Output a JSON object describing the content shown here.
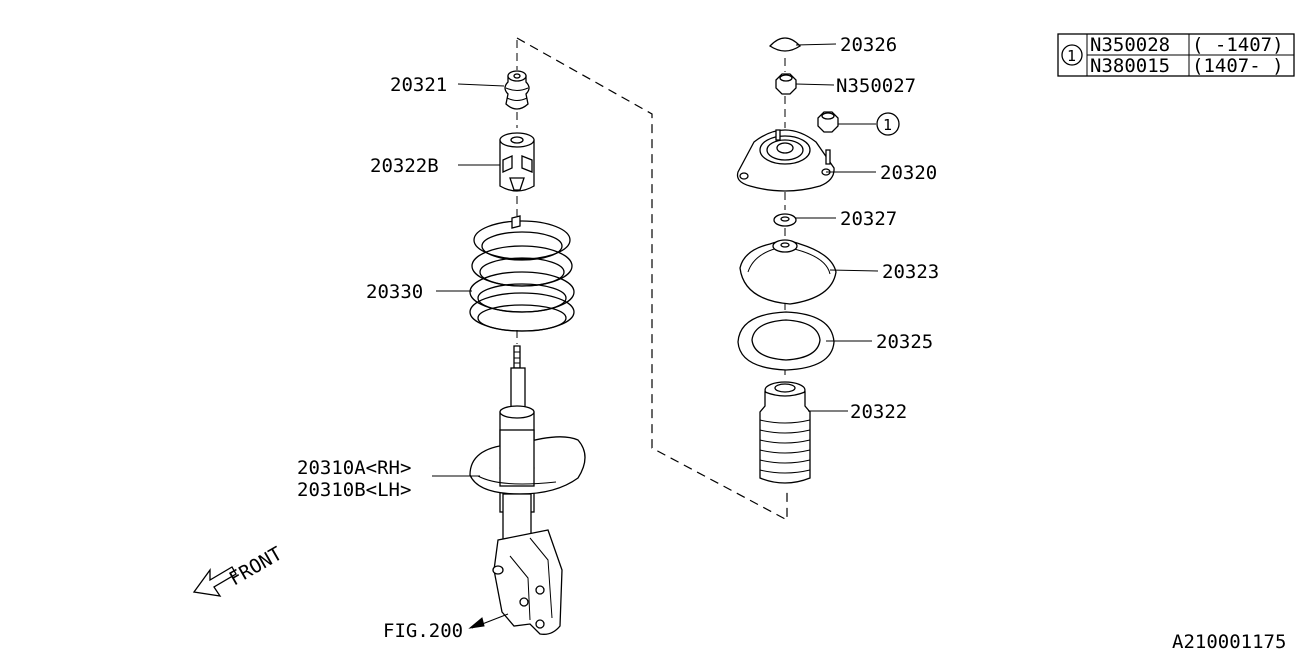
{
  "labels": {
    "p20321": "20321",
    "p20322b": "20322B",
    "p20330": "20330",
    "p20310a": "20310A<RH>",
    "p20310b": "20310B<LH>",
    "fig": "FIG.200",
    "front": "FRONT",
    "p20326": "20326",
    "n350027": "N350027",
    "callout1": "1",
    "p20320": "20320",
    "p20327": "20327",
    "p20323": "20323",
    "p20325": "20325",
    "p20322": "20322",
    "diagram_id": "A210001175"
  },
  "legend": {
    "ref": "1",
    "rows": [
      {
        "part": "N350028",
        "range": "( -1407)"
      },
      {
        "part": "N380015",
        "range": "(1407- )"
      }
    ]
  }
}
